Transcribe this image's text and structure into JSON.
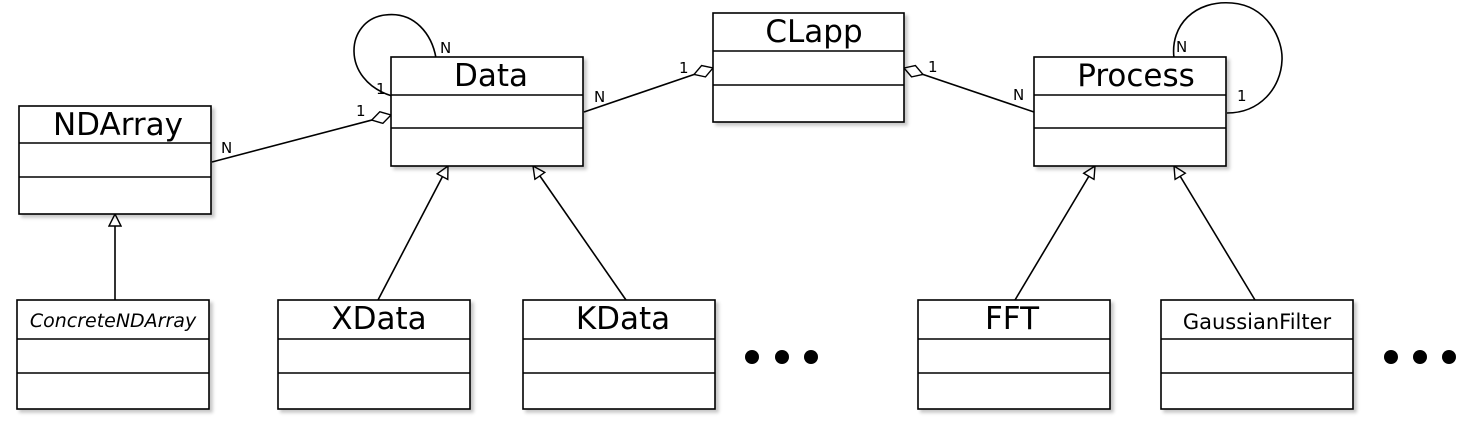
{
  "classes": {
    "ndarray": "NDArray",
    "concrete_ndarray": "ConcreteNDArray",
    "data": "Data",
    "xdata": "XData",
    "kdata": "KData",
    "clapp": "CLapp",
    "process": "Process",
    "fft": "FFT",
    "gaussian_filter": "GaussianFilter"
  },
  "multiplicities": {
    "data_self_n": "N",
    "data_self_1": "1",
    "ndarray_data_1": "1",
    "ndarray_data_n": "N",
    "clapp_data_1": "1",
    "clapp_data_n": "N",
    "clapp_process_1": "1",
    "clapp_process_n": "N",
    "process_self_n": "N",
    "process_self_1": "1"
  },
  "colors": {
    "line": "#000000",
    "box_fill": "#ffffff",
    "shadow": "#c8c8c8"
  },
  "icons": {
    "ellipsis": "ellipsis-icon",
    "inheritance": "hollow-triangle-arrow",
    "aggregation": "hollow-diamond"
  }
}
